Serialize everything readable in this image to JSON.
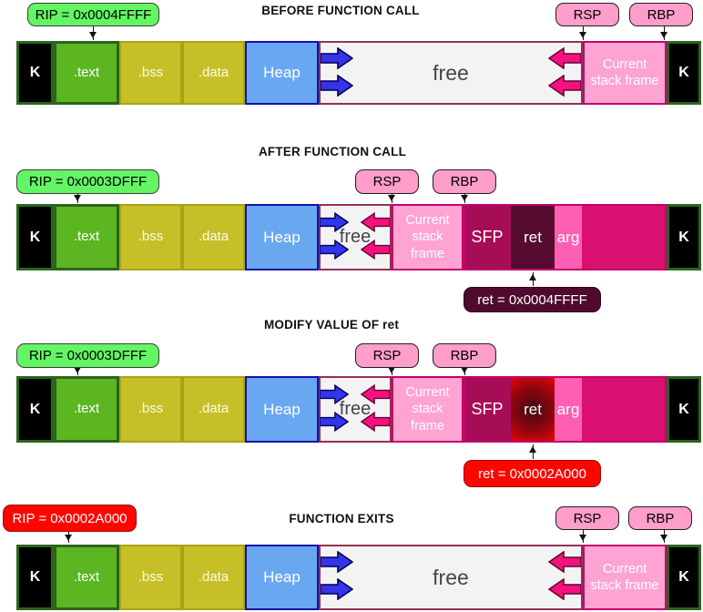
{
  "colors": {
    "text_section_green": "#5BB621",
    "bss_data_yellow": "#C6BF28",
    "heap_blue": "#69A8F1",
    "free_bg": "#F3F3F3",
    "current_stack_frame_pink": "#FFA3D3",
    "sfp_magenta": "#A70D57",
    "ret_maroon": "#560C30",
    "ret_hot_red": "#EC0606",
    "arg_pink": "#FF5FB3",
    "prev_frame_magenta": "#D9106F",
    "kernel_black": "#000000",
    "badge_green": "#63F563",
    "badge_red": "#FE0600",
    "badge_pink": "#FF9DCB",
    "badge_dark_maroon": "#500A2D",
    "arrow_blue": "#3434E8",
    "arrow_pink": "#F5117E"
  },
  "rows": [
    {
      "title": "BEFORE FUNCTION CALL",
      "rip_badge": "RIP = 0x0004FFFF",
      "rsp_badge": "RSP",
      "rbp_badge": "RBP",
      "segments": {
        "kernel_left": "K",
        "text": ".text",
        "bss": ".bss",
        "data": ".data",
        "heap": "Heap",
        "free": "free",
        "stack_frame": "Current stack frame",
        "kernel_right": "K"
      }
    },
    {
      "title": "AFTER FUNCTION CALL",
      "rip_badge": "RIP = 0x0003DFFF",
      "rsp_badge": "RSP",
      "rbp_badge": "RBP",
      "ret_badge": "ret = 0x0004FFFF",
      "segments": {
        "kernel_left": "K",
        "text": ".text",
        "bss": ".bss",
        "data": ".data",
        "heap": "Heap",
        "free": "free",
        "stack_frame": "Current stack frame",
        "sfp": "SFP",
        "ret": "ret",
        "arg": "arg",
        "kernel_right": "K"
      }
    },
    {
      "title": "MODIFY VALUE OF ret",
      "rip_badge": "RIP = 0x0003DFFF",
      "rsp_badge": "RSP",
      "rbp_badge": "RBP",
      "ret_badge": "ret = 0x0002A000",
      "segments": {
        "kernel_left": "K",
        "text": ".text",
        "bss": ".bss",
        "data": ".data",
        "heap": "Heap",
        "free": "free",
        "stack_frame": "Current stack frame",
        "sfp": "SFP",
        "ret": "ret",
        "arg": "arg",
        "kernel_right": "K"
      }
    },
    {
      "title": "FUNCTION EXITS",
      "rip_badge": "RIP = 0x0002A000",
      "rsp_badge": "RSP",
      "rbp_badge": "RBP",
      "segments": {
        "kernel_left": "K",
        "text": ".text",
        "bss": ".bss",
        "data": ".data",
        "heap": "Heap",
        "free": "free",
        "stack_frame": "Current stack frame",
        "kernel_right": "K"
      }
    }
  ]
}
